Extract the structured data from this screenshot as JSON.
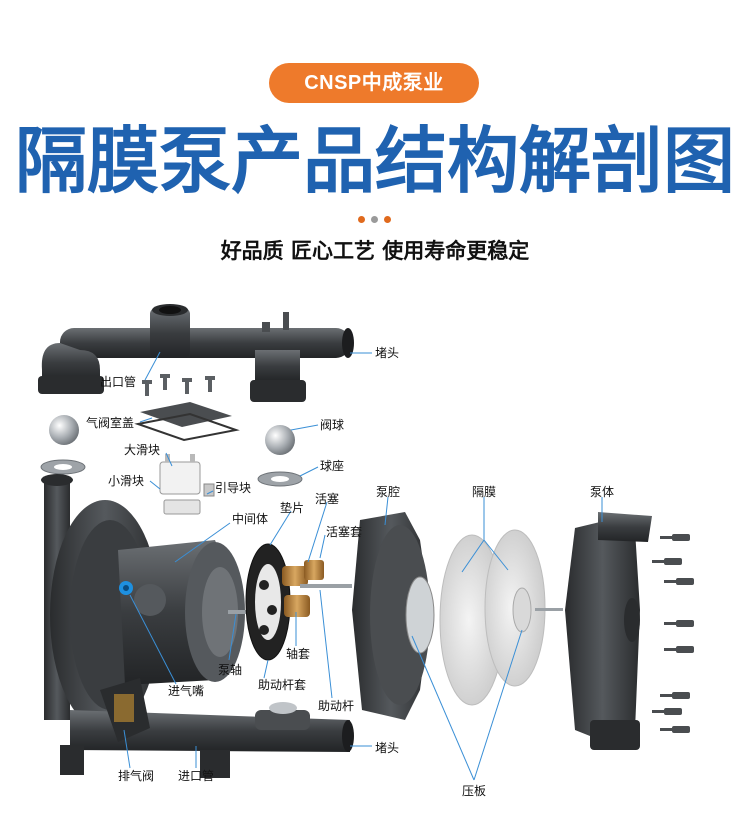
{
  "brand": {
    "label": "CNSP中成泵业"
  },
  "header": {
    "title": "隔膜泵产品结构解剖图",
    "subtitle": "好品质 匠心工艺 使用寿命更稳定"
  },
  "colors": {
    "brand_orange": "#ee7a2b",
    "title_blue": "#1f62b0",
    "leader_line_blue": "#3a8fd6",
    "metal_dark": "#3a3d40"
  },
  "labels": {
    "plug_top": "堵头",
    "outlet_pipe": "出口管",
    "valve_cover": "气阀室盖",
    "valve_ball": "阀球",
    "large_slider": "大滑块",
    "ball_seat": "球座",
    "small_slider": "小滑块",
    "guide_block": "引导块",
    "pump_chamber": "泵腔",
    "diaphragm": "隔膜",
    "pump_body": "泵体",
    "piston": "活塞",
    "gasket": "垫片",
    "middle_body": "中间体",
    "piston_sleeve": "活塞套",
    "shaft_sleeve": "轴套",
    "pump_shaft": "泵轴",
    "air_inlet": "进气嘴",
    "assist_rod_sleeve": "助动杆套",
    "assist_rod": "助动杆",
    "exhaust_valve": "排气阀",
    "inlet_pipe": "进口管",
    "plug_bottom": "堵头",
    "pressure_plate": "压板"
  }
}
